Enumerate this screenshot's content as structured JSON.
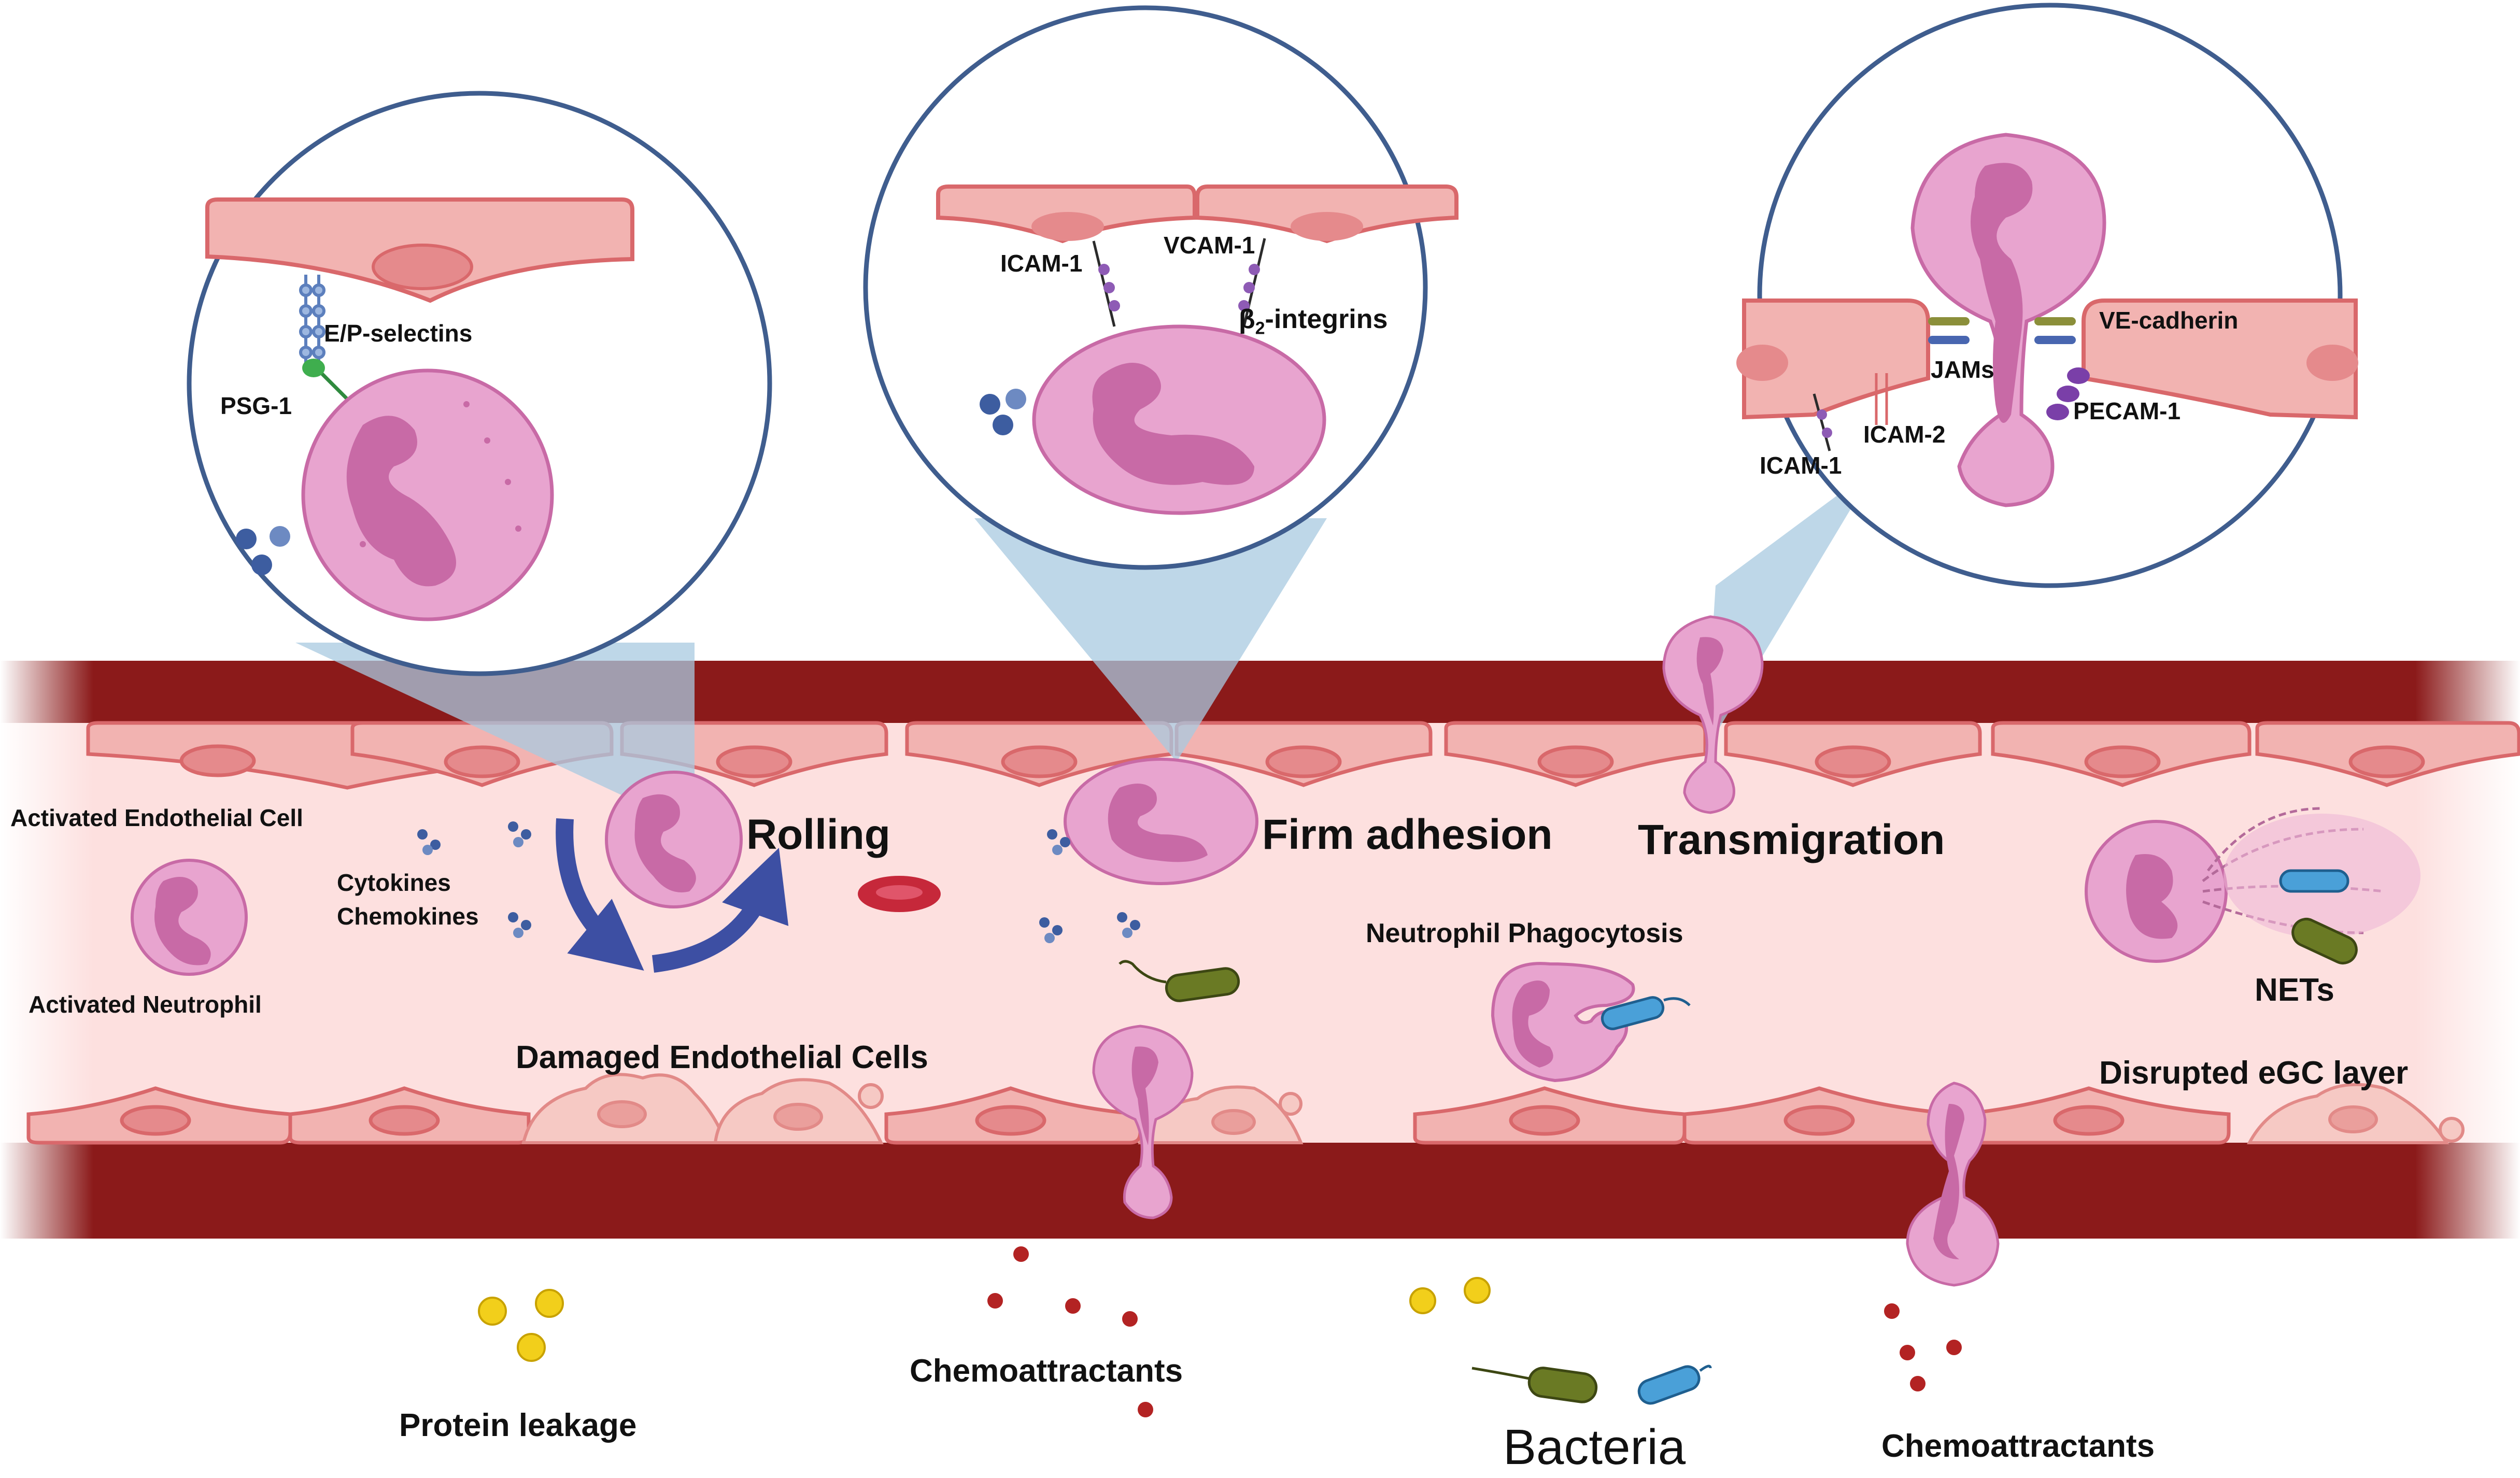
{
  "colors": {
    "vessel_wall": "#8b1a1a",
    "vessel_lumen": "#fde0df",
    "endothelial_cell": "#f2b3b1",
    "endothelial_outline": "#d9686b",
    "nucleus": "#e58a8c",
    "neutrophil": "#e8a4cf",
    "neutrophil_nucleus": "#c86aa6",
    "callout_circle": "#3f5d8e",
    "callout_beam": "#a8c9e0",
    "arrow": "#3d4fa3",
    "bacterium_green": "#6a7a24",
    "bacterium_blue": "#4aa0d8",
    "protein": "#f2cf1b",
    "chemoattractant": "#b32323",
    "cytokine": "#3d5da0",
    "rbc": "#c6283a"
  },
  "callouts": {
    "rolling": {
      "selectins": "E/P-selectins",
      "psg": "PSG-1"
    },
    "adhesion": {
      "icam": "ICAM-1",
      "vcam": "VCAM-1",
      "integrin_beta": "β",
      "integrin_sub": "2",
      "integrin_rest": "-integrins"
    },
    "transmigration": {
      "ve_cadherin": "VE-cadherin",
      "jams": "JAMs",
      "icam1": "ICAM-1",
      "icam2": "ICAM-2",
      "pecam": "PECAM-1"
    }
  },
  "labels": {
    "activated_endothelial": "Activated Endothelial Cell",
    "activated_neutrophil": "Activated Neutrophil",
    "cytokines": "Cytokines",
    "chemokines": "Chemokines",
    "rolling": "Rolling",
    "firm_adhesion": "Firm adhesion",
    "transmigration": "Transmigration",
    "phagocytosis": "Neutrophil Phagocytosis",
    "nets": "NETs",
    "damaged_endothelial": "Damaged Endothelial Cells",
    "disrupted_egc": "Disrupted eGC layer",
    "protein_leakage": "Protein leakage",
    "chemoattractants_1": "Chemoattractants",
    "bacteria": "Bacteria",
    "chemoattractants_2": "Chemoattractants"
  }
}
